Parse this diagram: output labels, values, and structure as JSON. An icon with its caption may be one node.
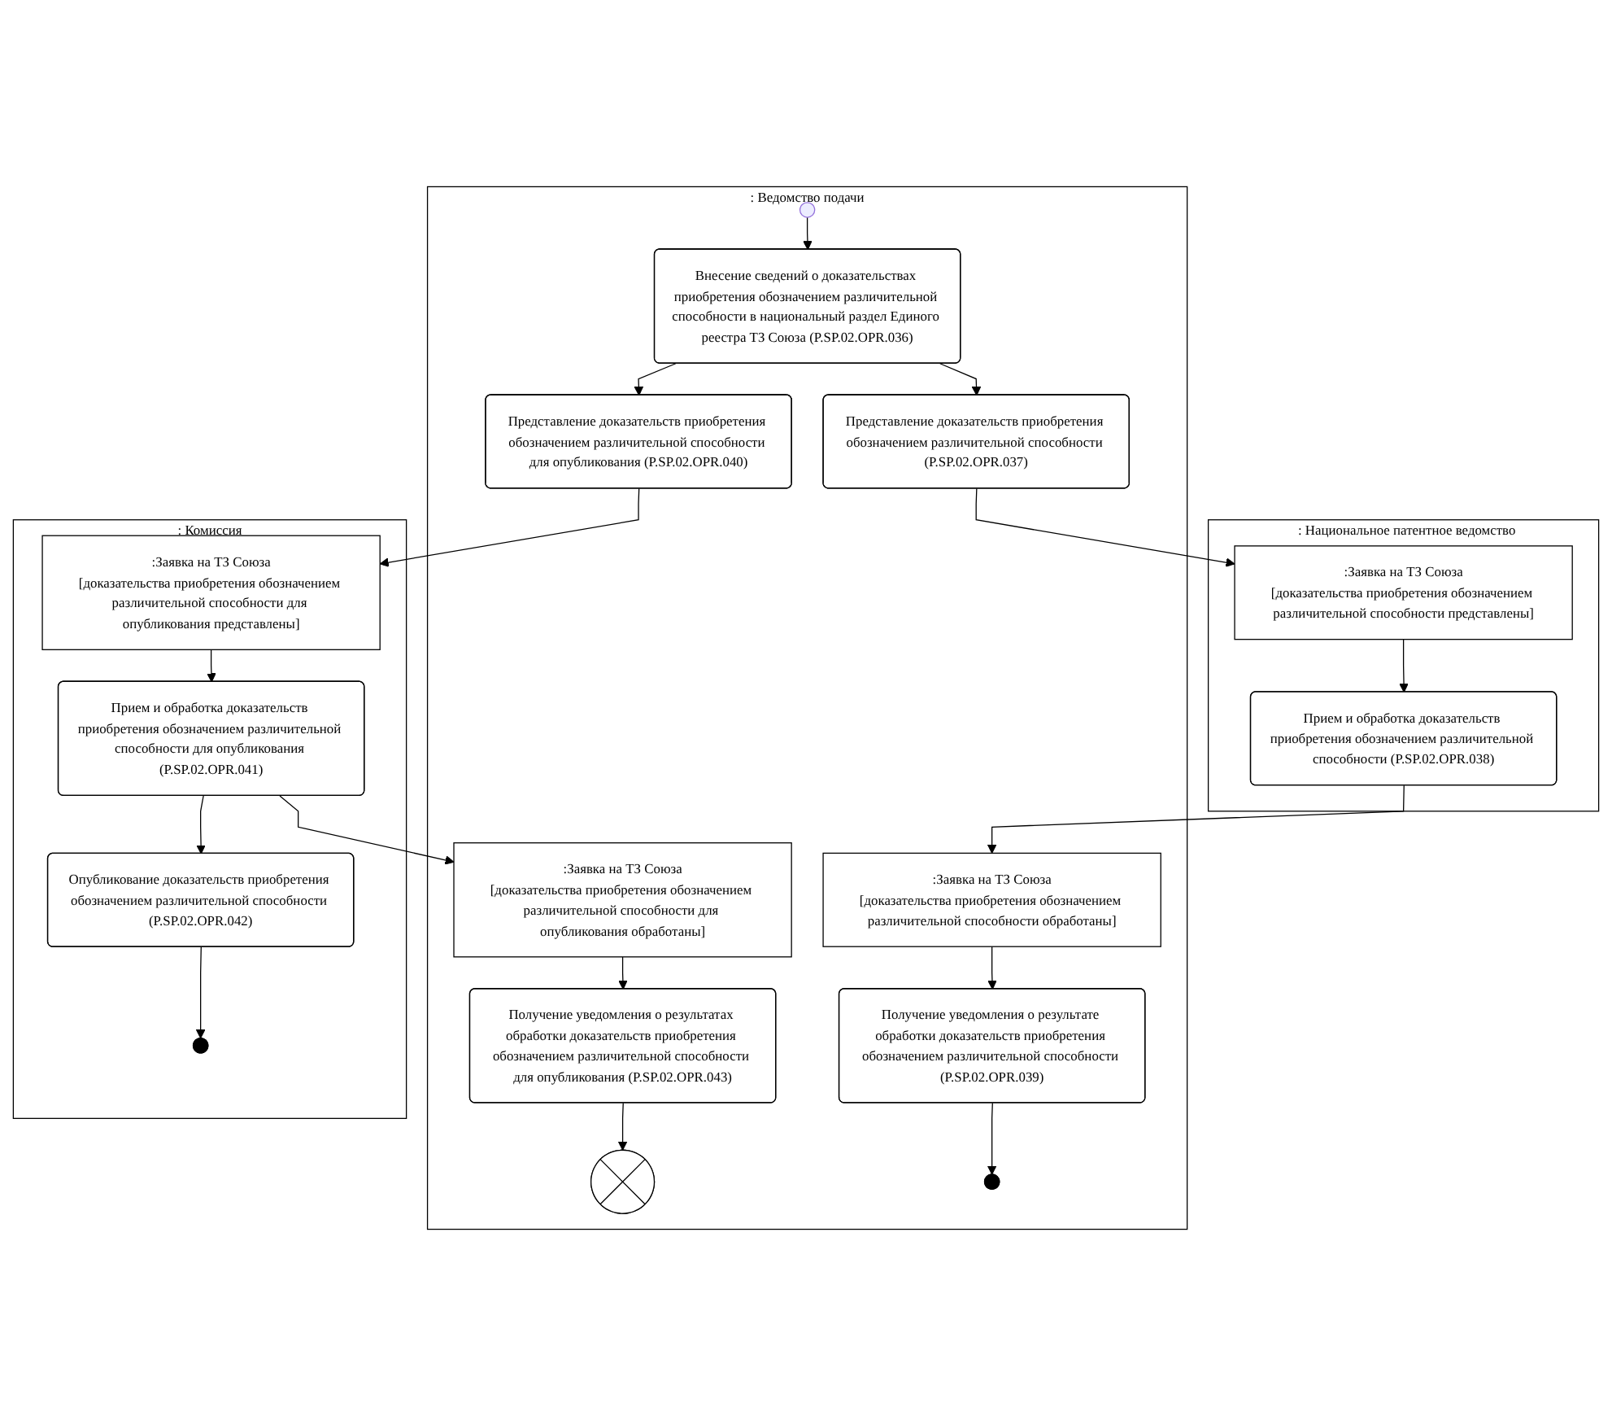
{
  "diagram": {
    "nodes": [
      {
        "text": [
          ": Ведомство подачи"
        ]
      },
      {
        "text": [
          ": Национальное патентное ведомство"
        ]
      },
      {
        "text": [
          ": Комиссия"
        ]
      },
      {
        "text": [],
        "shape": "circle",
        "in": 0
      },
      {
        "text": [
          "Внесение сведений о доказательствах приобретения обозначением различительной способности в национальный раздел Единого реестра ТЗ Союза (P.SP.02.OPR.036)"
        ],
        "in": 0
      },
      {
        "text": [
          "Представление доказательств приобретения обозначением различительной способности (P.SP.02.OPR.037)"
        ],
        "in": 0
      },
      {
        "text": [
          ":Заявка на ТЗ Союза",
          "[доказательства приобретения обозначением различительной способности обработаны]"
        ],
        "in": 0
      },
      {
        "text": [
          "Получение уведомления о результате обработки доказательств приобретения обозначением различительной способности (P.SP.02.OPR.039)"
        ],
        "in": 0
      },
      {
        "text": [],
        "shape": "circle",
        "in": 0
      },
      {
        "text": [
          "Представление доказательств приобретения обозначением различительной способности для опубликования (P.SP.02.OPR.040)"
        ],
        "in": 0
      },
      {
        "text": [
          ":Заявка на ТЗ Союза",
          "[доказательства приобретения обозначением различительной способности для опубликования обработаны]"
        ],
        "in": 0
      },
      {
        "text": [
          "Получение уведомления о результатах обработки доказательств приобретения обозначением различительной способности для опубликования (P.SP.02.OPR.043)"
        ],
        "in": 0
      },
      {
        "text": [],
        "shape": "circle",
        "in": 0
      },
      {
        "text": [
          ":Заявка на ТЗ Союза",
          "[доказательства приобретения обозначением различительной способности представлены]"
        ],
        "in": 1
      },
      {
        "text": [
          "Прием и обработка доказательств приобретения обозначением различительной способности (P.SP.02.OPR.038)"
        ],
        "in": 1
      },
      {
        "text": [
          ":Заявка на ТЗ Союза",
          "[доказательства приобретения обозначением различительной способности для опубликования представлены]"
        ],
        "in": 2
      },
      {
        "text": [
          "Прием и обработка доказательств приобретения обозначением различительной способности для опубликования (P.SP.02.OPR.041)"
        ],
        "in": 2
      },
      {
        "text": [
          "Опубликование доказательств приобретения обозначением различительной способности (P.SP.02.OPR.042)"
        ],
        "in": 2
      },
      {
        "text": [],
        "shape": "circle",
        "in": 2
      }
    ],
    "edges": [
      {
        "from": 3,
        "to": 4,
        "arrow": "to"
      },
      {
        "from": 4,
        "to": 5,
        "arrow": "to"
      },
      {
        "from": 5,
        "to": 13,
        "arrow": "to"
      },
      {
        "from": 13,
        "to": 14,
        "arrow": "to"
      },
      {
        "from": 14,
        "to": 6,
        "arrow": "to"
      },
      {
        "from": 6,
        "to": 7,
        "arrow": "to"
      },
      {
        "from": 7,
        "to": 8,
        "arrow": "to"
      },
      {
        "from": 4,
        "to": 9,
        "arrow": "to"
      },
      {
        "from": 9,
        "to": 15,
        "arrow": "to"
      },
      {
        "from": 15,
        "to": 16,
        "arrow": "to"
      },
      {
        "from": 16,
        "to": 10,
        "arrow": "to"
      },
      {
        "from": 10,
        "to": 11,
        "arrow": "to"
      },
      {
        "from": 11,
        "to": 12,
        "arrow": "to"
      },
      {
        "from": 16,
        "to": 17,
        "arrow": "to"
      },
      {
        "from": 17,
        "to": 18,
        "arrow": "to"
      }
    ]
  }
}
